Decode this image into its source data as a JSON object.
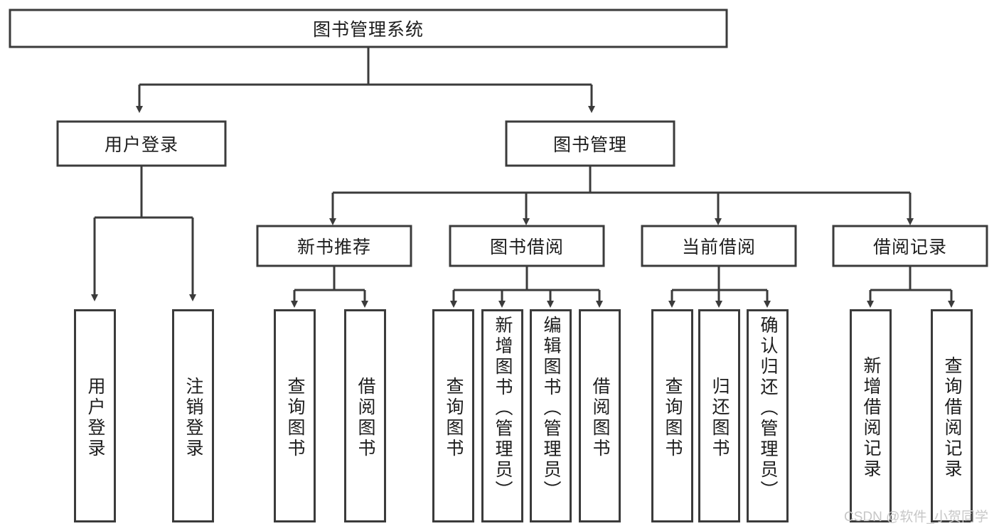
{
  "diagram": {
    "type": "tree-hierarchy-chart",
    "title": "图书管理系统",
    "watermark": "CSDN @软件_小贺同学",
    "colors": {
      "background": "#ffffff",
      "box_fill": "#ffffff",
      "box_stroke": "#3b3b3b",
      "text": "#1d1d1d",
      "watermark": "#c7c7c7"
    },
    "root": {
      "label": "图书管理系统"
    },
    "level1": [
      {
        "id": "user-login",
        "label": "用户登录"
      },
      {
        "id": "book-management",
        "label": "图书管理"
      }
    ],
    "level2": [
      {
        "id": "new-book-recommend",
        "label": "新书推荐",
        "parent": "book-management"
      },
      {
        "id": "book-borrow",
        "label": "图书借阅",
        "parent": "book-management"
      },
      {
        "id": "current-borrow",
        "label": "当前借阅",
        "parent": "book-management"
      },
      {
        "id": "borrow-record",
        "label": "借阅记录",
        "parent": "book-management"
      }
    ],
    "leaves": {
      "user-login": [
        {
          "id": "leaf-user-login",
          "label": "用户登录"
        },
        {
          "id": "leaf-user-logout",
          "label": "注销登录"
        }
      ],
      "new-book-recommend": [
        {
          "id": "leaf-query-book-1",
          "label": "查询图书"
        },
        {
          "id": "leaf-borrow-book-1",
          "label": "借阅图书"
        }
      ],
      "book-borrow": [
        {
          "id": "leaf-query-book-2",
          "label": "查询图书"
        },
        {
          "id": "leaf-add-book",
          "label": "新增图书（管理员）"
        },
        {
          "id": "leaf-edit-book",
          "label": "编辑图书（管理员）"
        },
        {
          "id": "leaf-borrow-book-2",
          "label": "借阅图书"
        }
      ],
      "current-borrow": [
        {
          "id": "leaf-query-book-3",
          "label": "查询图书"
        },
        {
          "id": "leaf-return-book",
          "label": "归还图书"
        },
        {
          "id": "leaf-confirm-return",
          "label": "确认归还（管理员）"
        }
      ],
      "borrow-record": [
        {
          "id": "leaf-add-record",
          "label": "新增借阅记录"
        },
        {
          "id": "leaf-query-record",
          "label": "查询借阅记录"
        }
      ]
    }
  }
}
